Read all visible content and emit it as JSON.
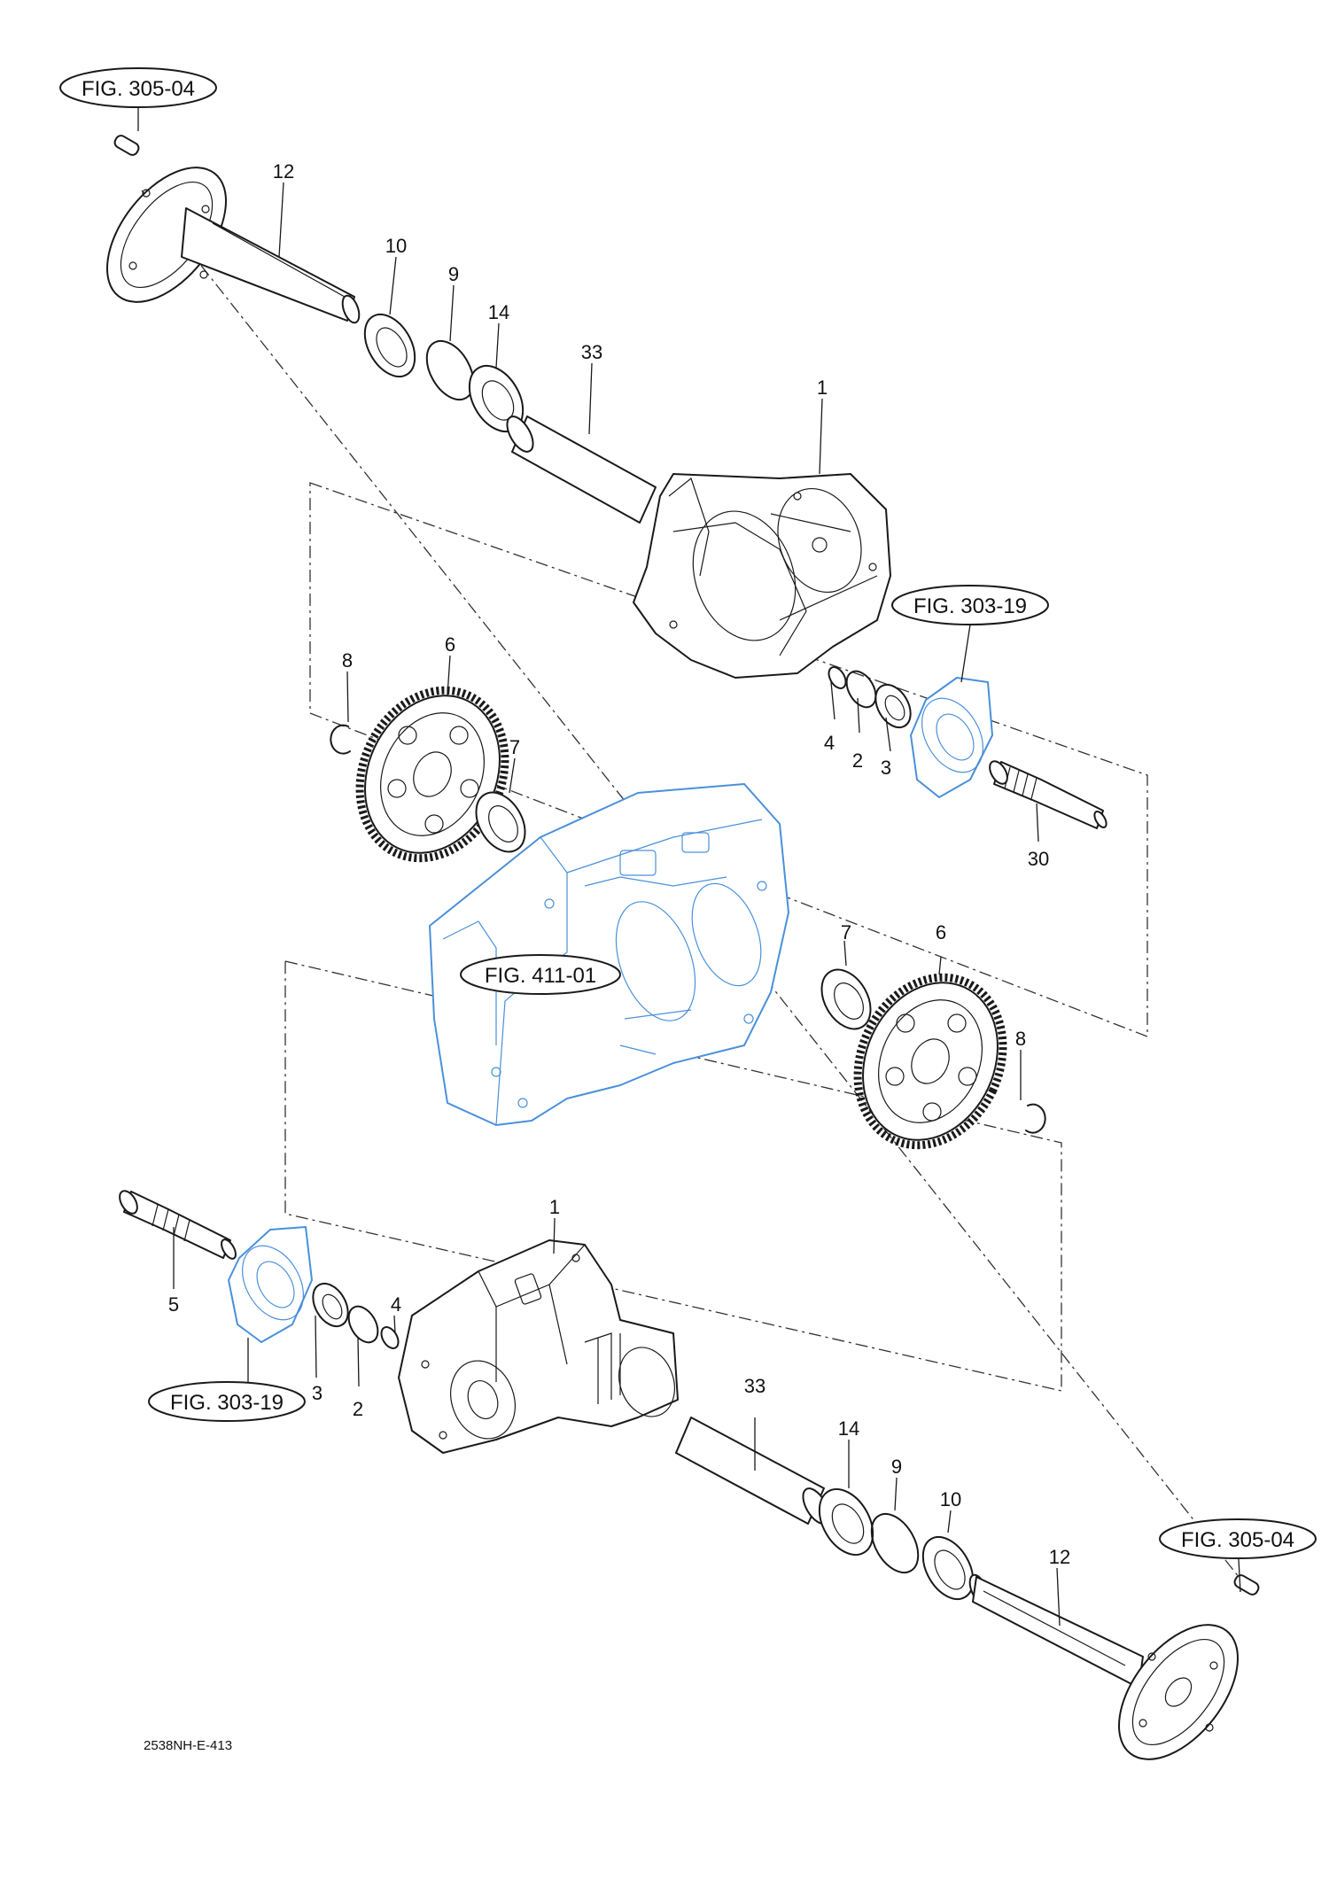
{
  "drawing_code": "2538NH-E-413",
  "colors": {
    "line": "#1a1a1a",
    "reference_part": "#4a90d9"
  },
  "figure_refs": {
    "fig_305_04_top": "FIG. 305-04",
    "fig_303_19_top": "FIG. 303-19",
    "fig_411_01": "FIG. 411-01",
    "fig_303_19_bottom": "FIG. 303-19",
    "fig_305_04_bottom": "FIG. 305-04"
  },
  "callouts_upper": {
    "axle_shaft": "12",
    "seal": "10",
    "snap_ring_outer": "9",
    "bearing_outer": "14",
    "spacer_tube": "33",
    "axle_housing": "1",
    "snap_ring_gear": "8",
    "final_gear": "6",
    "bearing_gear": "7",
    "snap_ring_small": "4",
    "snap_ring_inner": "2",
    "bearing_inner": "3",
    "pinion_shaft": "30"
  },
  "callouts_lower": {
    "bearing_gear": "7",
    "final_gear": "6",
    "snap_ring_gear": "8",
    "axle_housing": "1",
    "pinion_shaft": "5",
    "snap_ring_small": "4",
    "bearing_inner": "3",
    "snap_ring_inner": "2",
    "spacer_tube": "33",
    "bearing_outer": "14",
    "snap_ring_outer": "9",
    "seal": "10",
    "axle_shaft": "12"
  }
}
